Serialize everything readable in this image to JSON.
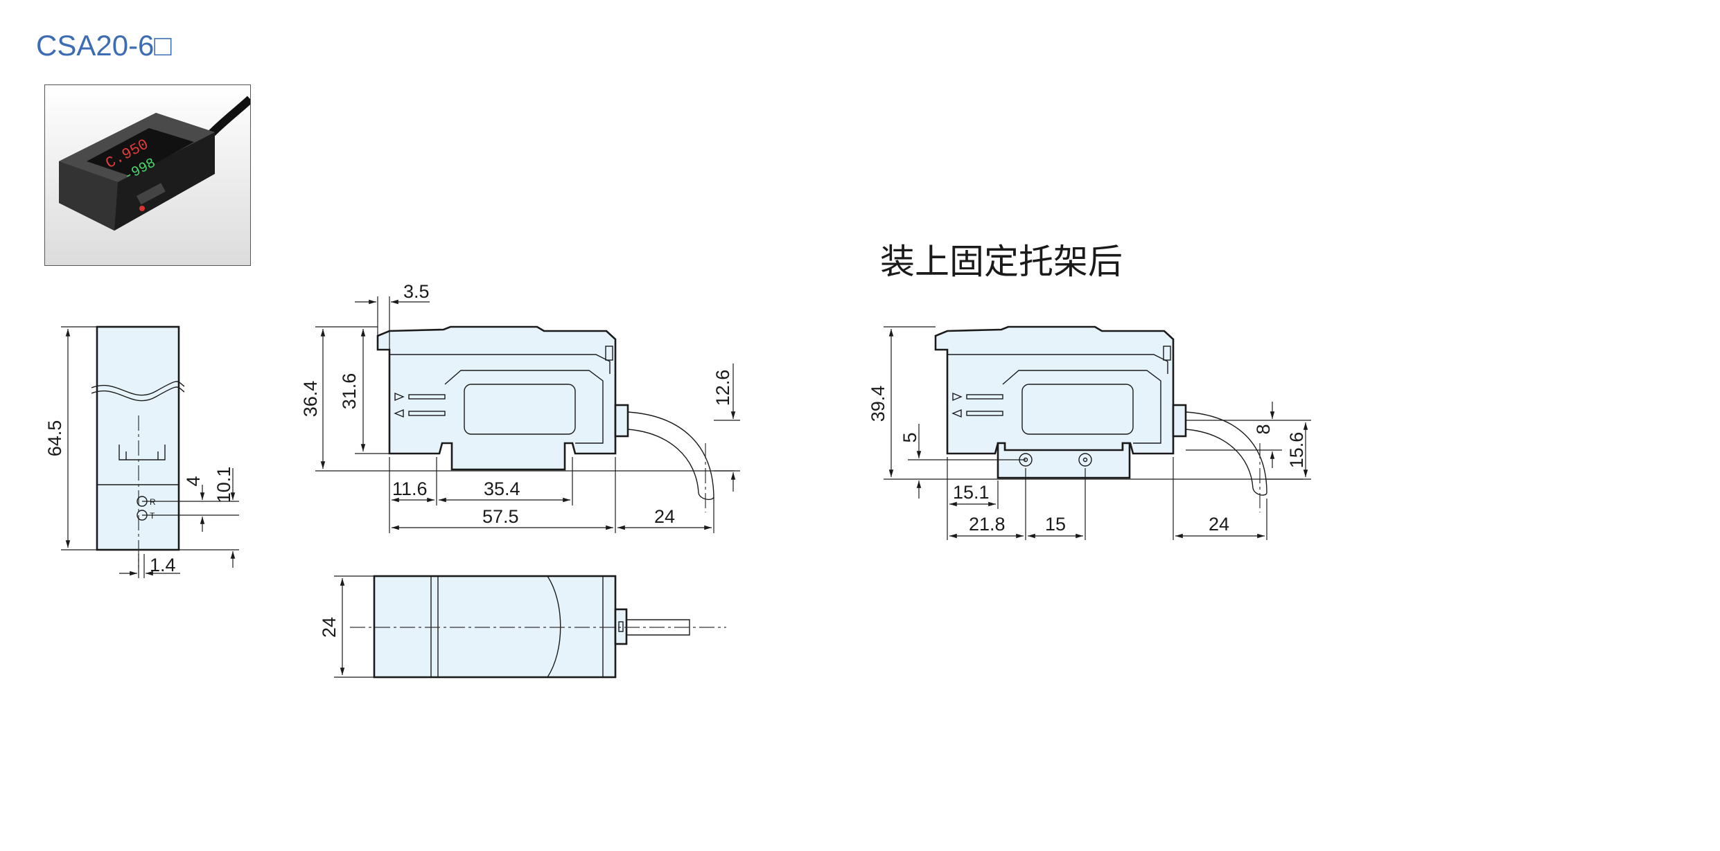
{
  "title": "CSA20-6□",
  "after_bracket_title": "装上固定托架后",
  "side_view": {
    "height": "64.5",
    "d4": "4",
    "d10_1": "10.1",
    "d1_4": "1.4",
    "mark_r": "R",
    "mark_t": "T"
  },
  "front_view": {
    "d3_5": "3.5",
    "h36_4": "36.4",
    "h31_6": "31.6",
    "h12_6": "12.6",
    "d11_6": "11.6",
    "d35_4": "35.4",
    "d57_5": "57.5",
    "d24": "24"
  },
  "top_view": {
    "w24": "24"
  },
  "bracket_view": {
    "h39_4": "39.4",
    "d5": "5",
    "d8": "8",
    "d15_6": "15.6",
    "d15_1": "15.1",
    "d21_8": "21.8",
    "d15": "15",
    "d24": "24"
  },
  "colors": {
    "title": "#3c6cb4",
    "body_fill": "#e6f3fb",
    "outline": "#1a1a1a"
  }
}
